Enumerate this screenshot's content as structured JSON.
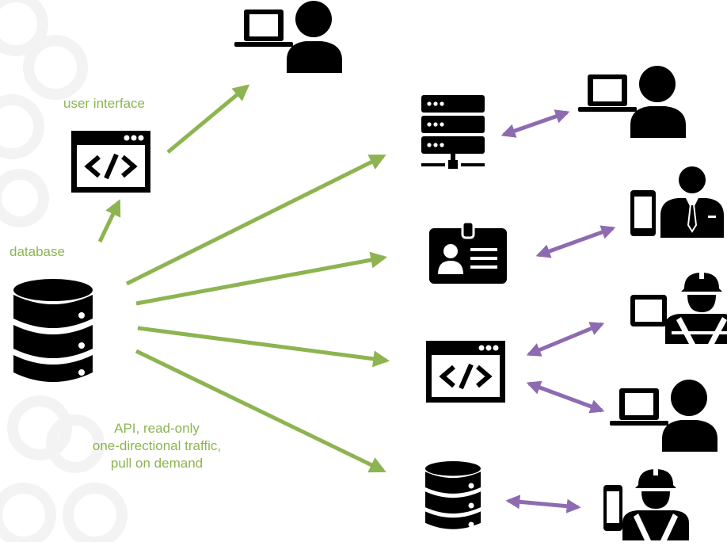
{
  "colors": {
    "green": "#8db451",
    "purple": "#8e6bb0",
    "icon": "#000000",
    "watermark": "#f3f3f3"
  },
  "labels": {
    "user_interface": "user interface",
    "database": "database",
    "api_lines": [
      "API, read-only",
      "one-directional traffic,",
      "pull on demand"
    ]
  },
  "icons": {
    "top_user": "laptop-user-icon",
    "ui_window": "code-window-icon",
    "database": "database-icon",
    "server": "server-icon",
    "id_badge": "id-badge-icon",
    "code_window": "code-window-icon",
    "database_small": "database-icon",
    "laptop_user": "laptop-user-icon",
    "phone_businessman": "phone-businessman-icon",
    "tablet_worker": "tablet-worker-icon",
    "phone_worker": "phone-worker-icon"
  }
}
